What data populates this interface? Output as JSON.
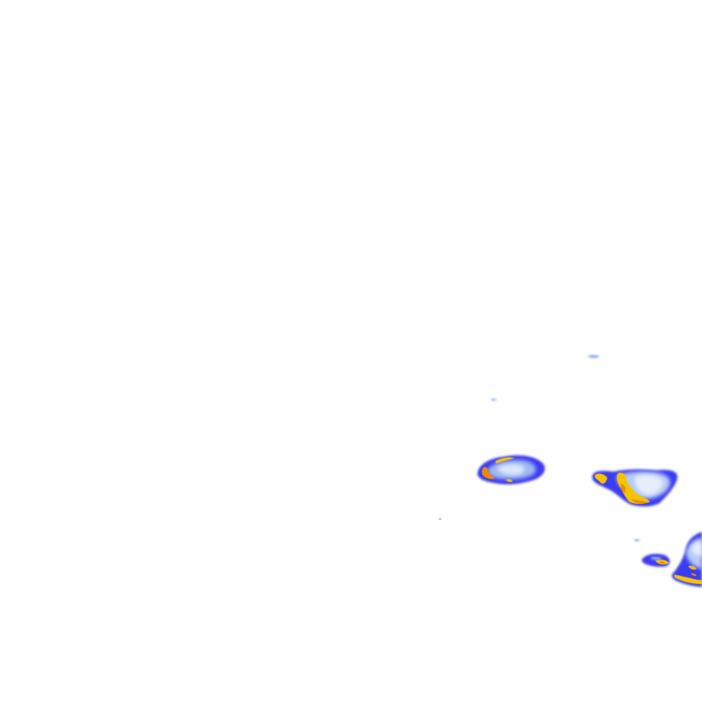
{
  "layer": {
    "kind": "precipitation-radar-overlay",
    "background": "#ffffff",
    "intensity_colors": {
      "trace": "#c9dcf7",
      "light": "#9fb8f2",
      "moderate": "#3a3af0",
      "heavy": "#f5c400",
      "very_heavy": "#ef8a00"
    },
    "echoes": [
      {
        "name": "echo-cell-west",
        "peak_intensity": "very_heavy"
      },
      {
        "name": "echo-cell-center",
        "peak_intensity": "very_heavy"
      },
      {
        "name": "echo-cell-southeast",
        "peak_intensity": "heavy"
      },
      {
        "name": "echo-cell-east-edge",
        "peak_intensity": "heavy"
      }
    ]
  }
}
